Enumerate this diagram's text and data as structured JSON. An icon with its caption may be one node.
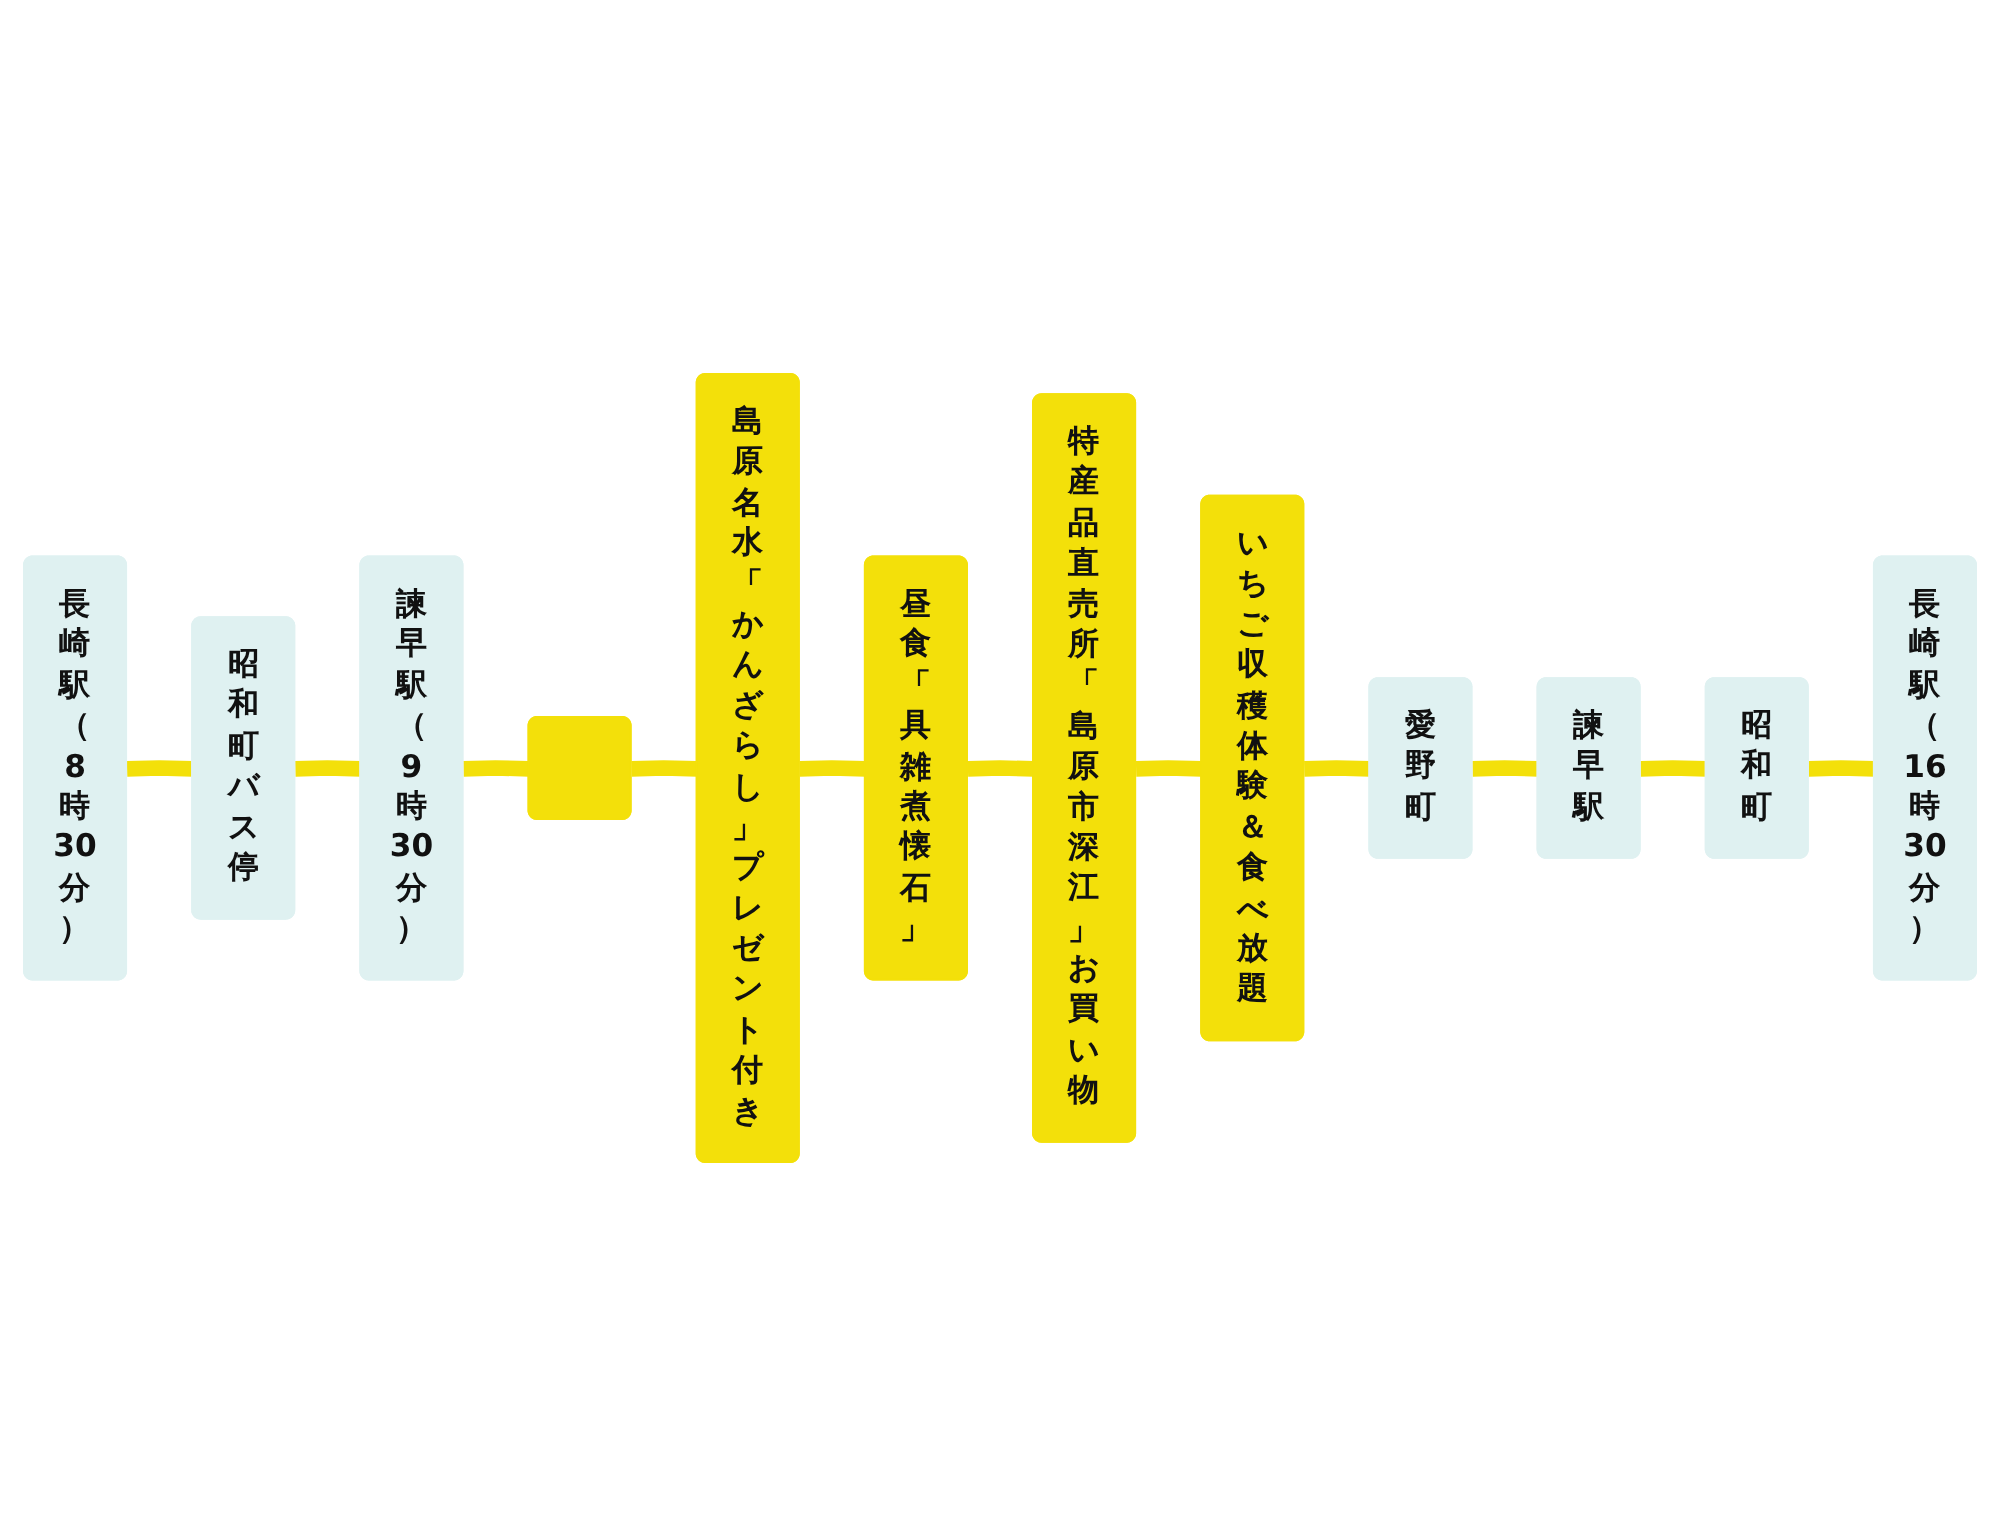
{
  "diagram": {
    "nodes": [
      {
        "text": [
          "長崎駅（8時30分）"
        ]
      },
      {
        "text": [
          "昭和町バス停"
        ]
      },
      {
        "text": [
          "諫早駅（9時30分）"
        ]
      },
      {
        "text": [],
        "shape": "bar"
      },
      {
        "text": [
          "島原名水「かんざらし」プレゼント付き"
        ]
      },
      {
        "text": [
          "昼食「具雑煮懐石」"
        ]
      },
      {
        "text": [
          "特産品直売所「島原市深江」お買い物"
        ]
      },
      {
        "text": [
          "いちご収穫体験＆食べ放題"
        ]
      },
      {
        "text": [
          "愛野町"
        ]
      },
      {
        "text": [
          "諫早駅"
        ]
      },
      {
        "text": [
          "昭和町"
        ]
      },
      {
        "text": [
          "長崎駅（16時30分）"
        ]
      }
    ],
    "edges": [
      {
        "from": 0,
        "to": 1,
        "arrow": "none"
      },
      {
        "from": 1,
        "to": 2,
        "arrow": "none"
      },
      {
        "from": 2,
        "to": 3,
        "arrow": "none"
      },
      {
        "from": 3,
        "to": 4,
        "arrow": "none"
      },
      {
        "from": 4,
        "to": 5,
        "arrow": "none"
      },
      {
        "from": 5,
        "to": 6,
        "arrow": "none"
      },
      {
        "from": 6,
        "to": 7,
        "arrow": "none"
      },
      {
        "from": 7,
        "to": 8,
        "arrow": "none"
      },
      {
        "from": 8,
        "to": 9,
        "arrow": "none"
      },
      {
        "from": 9,
        "to": 10,
        "arrow": "none"
      },
      {
        "from": 10,
        "to": 11,
        "arrow": "none"
      }
    ]
  }
}
